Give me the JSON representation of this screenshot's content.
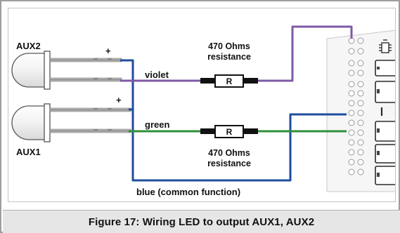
{
  "diagram": {
    "led_top_label": "AUX2",
    "led_bottom_label": "AUX1",
    "plus_top": "+",
    "plus_bottom": "+",
    "wire_violet_label": "violet",
    "wire_green_label": "green",
    "wire_blue_label": "blue (common function)",
    "resistor_top_value": "470 Ohms",
    "resistor_top_desc": "resistance",
    "resistor_bottom_value": "470 Ohms",
    "resistor_bottom_desc": "resistance",
    "resistor_symbol": "R",
    "colors": {
      "violet": "#7e5aa6",
      "green": "#2f8f3a",
      "blue": "#1f4d9c",
      "decoder_board": "#f7f7f7"
    }
  },
  "caption": "Figure 17: Wiring LED to output AUX1, AUX2"
}
